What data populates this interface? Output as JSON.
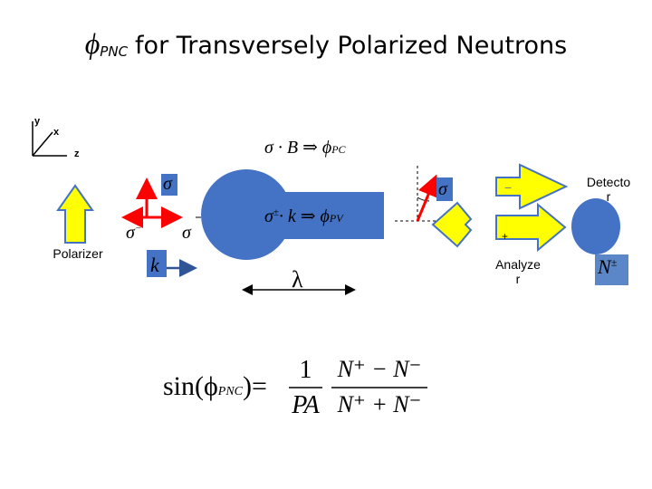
{
  "title": {
    "symbol": "ϕ",
    "subscript": "PNC",
    "text": "for Transversely Polarized Neutrons"
  },
  "axes": {
    "y": "y",
    "x": "x",
    "z": "z"
  },
  "labels": {
    "polarizer": "Polarizer",
    "analyzer_line1": "Analyze",
    "analyzer_line2": "r",
    "detector_line1": "Detecto",
    "detector_line2": "r",
    "lambda": "λ"
  },
  "equations": {
    "pc": "σ · B ⇒ ϕ",
    "pc_sub": "PC",
    "pv": "σ",
    "pv_sup": "±",
    "pv_rest": "· k ⇒ ϕ",
    "pv_sub": "PV",
    "k_label": "k",
    "sigma": "σ",
    "sigma_minus_sup": "−",
    "analyzer_minus": "−",
    "analyzer_plus": "+",
    "n_pm": "N",
    "n_pm_sup": "±"
  },
  "formula": {
    "lhs": "sin(ϕ",
    "lhs_sub": "PNC",
    "lhs_close": ")=",
    "frac1_num": "1",
    "frac1_den": "PA",
    "frac2_num": "N⁺ − N⁻",
    "frac2_den": "N⁺ + N⁻"
  },
  "colors": {
    "blue": "#4472C4",
    "yellow": "#FFFF00",
    "red": "#FF0000",
    "panel": "#5B87C9"
  }
}
